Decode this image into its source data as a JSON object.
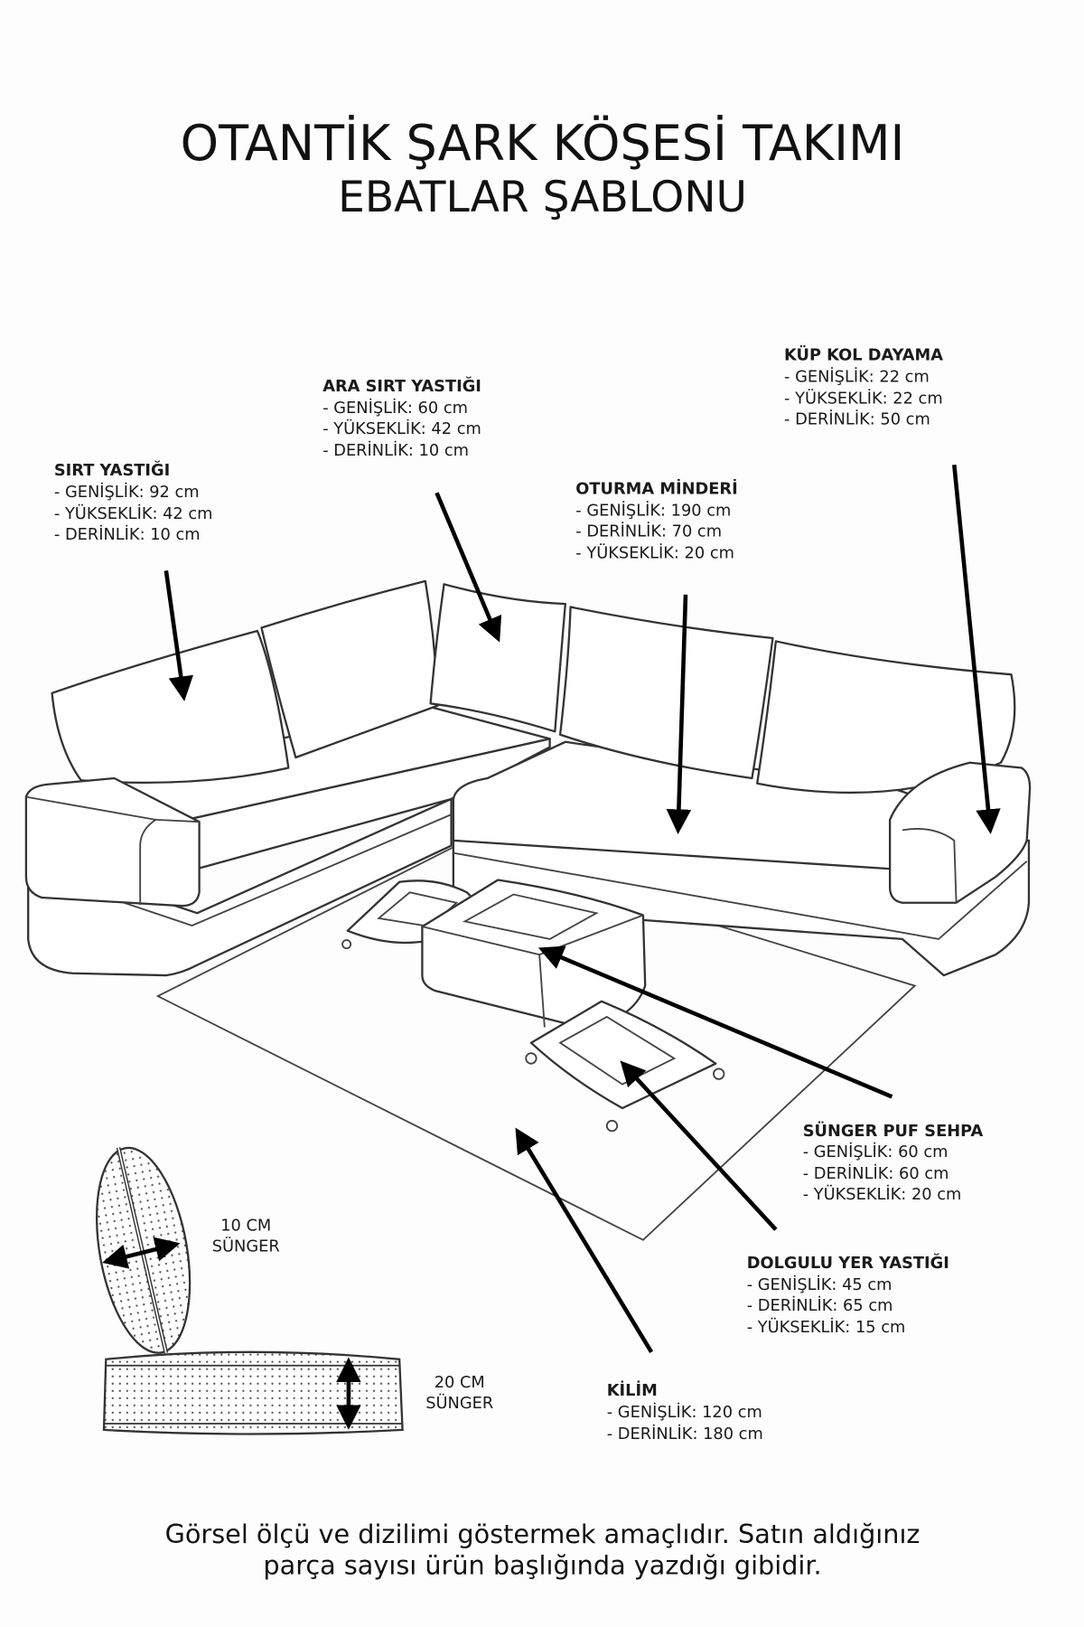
{
  "title": {
    "line1": "OTANTİK ŞARK KÖŞESİ TAKIMI",
    "line2": "EBATLAR ŞABLONU"
  },
  "labels": [
    {
      "name": "SIRT YASTIĞI",
      "lines": [
        "- GENİŞLİK: 92 cm",
        "- YÜKSEKLİK: 42 cm",
        "- DERİNLİK: 10 cm"
      ]
    },
    {
      "name": "ARA SIRT YASTIĞI",
      "lines": [
        "- GENİŞLİK: 60 cm",
        "- YÜKSEKLİK: 42 cm",
        "- DERİNLİK: 10 cm"
      ]
    },
    {
      "name": "KÜP KOL DAYAMA",
      "lines": [
        "- GENİŞLİK: 22 cm",
        "- YÜKSEKLİK: 22 cm",
        "- DERİNLİK: 50 cm"
      ]
    },
    {
      "name": "OTURMA MİNDERİ",
      "lines": [
        "- GENİŞLİK: 190 cm",
        "- DERİNLİK: 70 cm",
        "- YÜKSEKLİK: 20 cm"
      ]
    },
    {
      "name": "SÜNGER PUF SEHPA",
      "lines": [
        "- GENİŞLİK: 60 cm",
        "- DERİNLİK: 60 cm",
        "- YÜKSEKLİK: 20 cm"
      ]
    },
    {
      "name": "DOLGULU YER YASTIĞI",
      "lines": [
        "- GENİŞLİK: 45 cm",
        "- DERİNLİK: 65 cm",
        "- YÜKSEKLİK: 15 cm"
      ]
    },
    {
      "name": "KİLİM",
      "lines": [
        "- GENİŞLİK: 120 cm",
        "- DERİNLİK: 180 cm"
      ]
    }
  ],
  "foam": {
    "pillow": [
      "10 CM",
      "SÜNGER"
    ],
    "cushion": [
      "20 CM",
      "SÜNGER"
    ]
  },
  "footer": {
    "line1": "Görsel ölçü ve dizilimi göstermek amaçlıdır. Satın aldığınız",
    "line2": "parça sayısı ürün başlığında yazdığı gibidir."
  }
}
